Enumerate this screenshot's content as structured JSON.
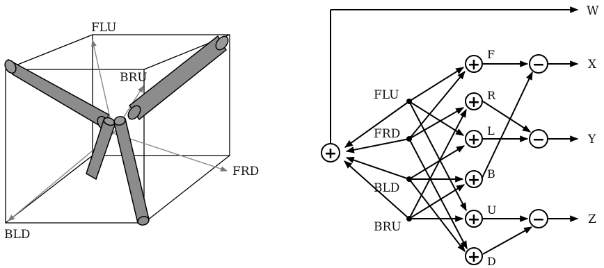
{
  "left_diagram": {
    "labels": {
      "flu": "FLU",
      "bru": "BRU",
      "frd": "FRD",
      "bld": "BLD"
    }
  },
  "right_diagram": {
    "inputs": [
      "FLU",
      "FRD",
      "BLD",
      "BRU"
    ],
    "intermediate": [
      "F",
      "R",
      "L",
      "B",
      "U",
      "D"
    ],
    "outputs": [
      "W",
      "X",
      "Y",
      "Z"
    ],
    "plus_symbol": "+",
    "minus_symbol": "−"
  }
}
